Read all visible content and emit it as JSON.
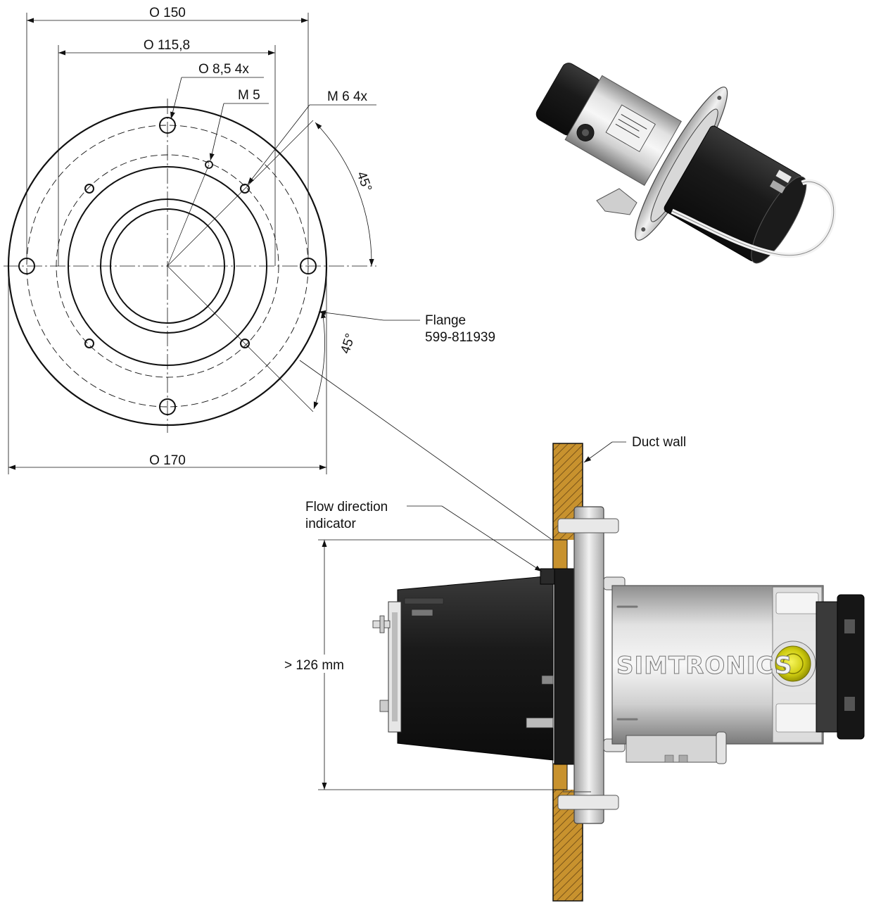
{
  "dimensions": {
    "outer_diameter": "O 170",
    "bolt_circle_diameter": "O 150",
    "inner_diameter": "O 115,8",
    "through_holes": "O 8,5  4x",
    "tapped_hole": "M  5",
    "tapped_holes_m6": "M 6 4x",
    "angle_upper": "45°",
    "angle_lower": "45°",
    "insertion_depth": "> 126 mm"
  },
  "labels": {
    "flange_name": "Flange",
    "flange_part_number": "599-811939",
    "duct_wall": "Duct wall",
    "flow_indicator_line1": "Flow direction",
    "flow_indicator_line2": "indicator"
  },
  "brand": "SIMTRONICS",
  "colors": {
    "line": "#111111",
    "duct_wall": "#c8922e",
    "duct_hatch": "#7a5418",
    "housing_dark": "#1e1e1e",
    "housing_metal": "#c9c9c9",
    "indicator_yellow": "#d6d400"
  }
}
